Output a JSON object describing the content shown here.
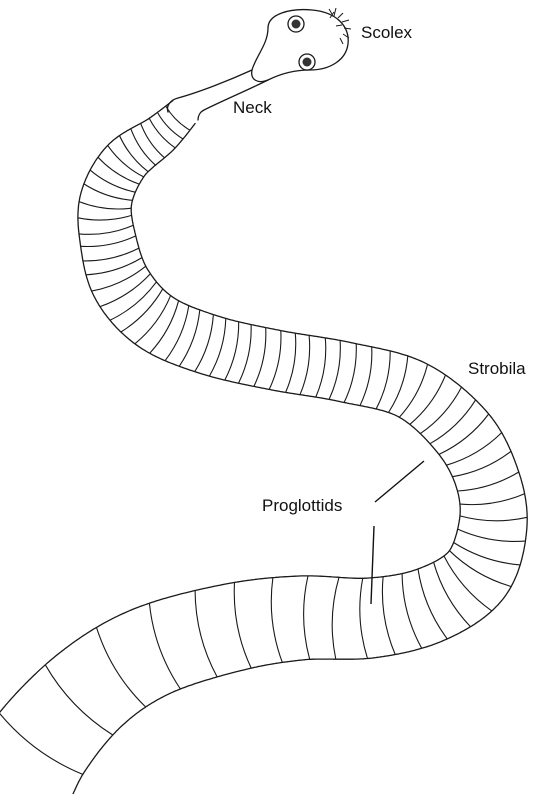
{
  "diagram": {
    "labels": {
      "scolex": "Scolex",
      "neck": "Neck",
      "strobila": "Strobila",
      "proglottids": "Proglottids"
    }
  }
}
